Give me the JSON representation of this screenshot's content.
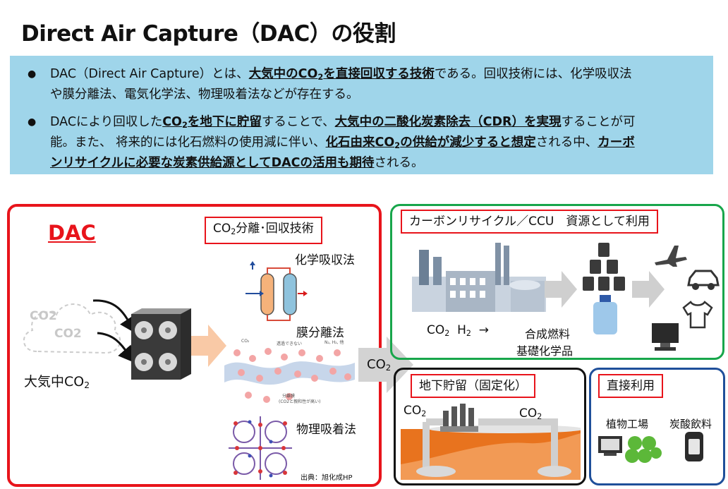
{
  "title": "Direct Air Capture（DAC）の役割",
  "summary": {
    "b1_l1_a": "DAC（Direct Air Capture）とは、",
    "b1_l1_b1": "大気中のCO",
    "b1_l1_sub": "2",
    "b1_l1_b2": "を直接回収する技術",
    "b1_l1_c": "である。回収技術には、化学吸収法",
    "b1_l2": "や膜分離法、電気化学法、物理吸着法などが存在する。",
    "b2_l1_a": "DACにより回収した",
    "b2_l1_b1": "CO",
    "b2_l1_sub": "2",
    "b2_l1_b2": "を地下に貯留",
    "b2_l1_c": "することで、",
    "b2_l1_d": "大気中の二酸化炭素除去（CDR）を実現",
    "b2_l1_e": "することが可",
    "b2_l2_a": "能。また、 将来的には化石燃料の使用減に伴い、",
    "b2_l2_b1": "化石由来CO",
    "b2_l2_sub": "2",
    "b2_l2_b2": "の供給が減少すると想定",
    "b2_l2_c": "される中、",
    "b2_l2_d": "カーボ",
    "b2_l3_a": "ンリサイクルに必要な炭素供給源としてDACの活用も期待",
    "b2_l3_b": "される。"
  },
  "dac": {
    "title": "DAC",
    "tech_box": "CO",
    "tech_box_sub": "2",
    "tech_box_rest": "分離･回収技術",
    "cloud_co2_a": "CO2",
    "cloud_co2_b": "CO2",
    "air_label": "大気中CO",
    "air_label_sub": "2",
    "chem": "化学吸収法",
    "membrane": "膜分離法",
    "physical": "物理吸着法",
    "membrane_small1": "透過できない",
    "membrane_small2": "N₂, H₂, 他",
    "membrane_small3": "CO₂",
    "membrane_small4": "分離膜",
    "membrane_small5": "(CO2と親和性が高い)",
    "source": "出典：旭化成HP"
  },
  "flow_arrow": {
    "label": "CO",
    "sub": "2"
  },
  "ccu": {
    "box": "カーボンリサイクル／CCU　資源として利用",
    "inputs_a": "CO",
    "inputs_a_sub": "2",
    "inputs_b": "H",
    "inputs_b_sub": "2",
    "inputs_arrow": "→",
    "product1": "合成燃料",
    "product2": "基礎化学品"
  },
  "storage": {
    "box": "地下貯留（固定化）",
    "co2_left": "CO",
    "co2_left_sub": "2",
    "co2_right": "CO",
    "co2_right_sub": "2"
  },
  "direct": {
    "box": "直接利用",
    "plant": "植物工場",
    "drink": "炭酸飲料"
  },
  "colors": {
    "red": "#e8141b",
    "green": "#18a64b",
    "navy": "#1f4f9a",
    "summary_bg": "#9fd5ea",
    "orange": "#e8731e",
    "gray_arrow": "#cfcfcf"
  }
}
